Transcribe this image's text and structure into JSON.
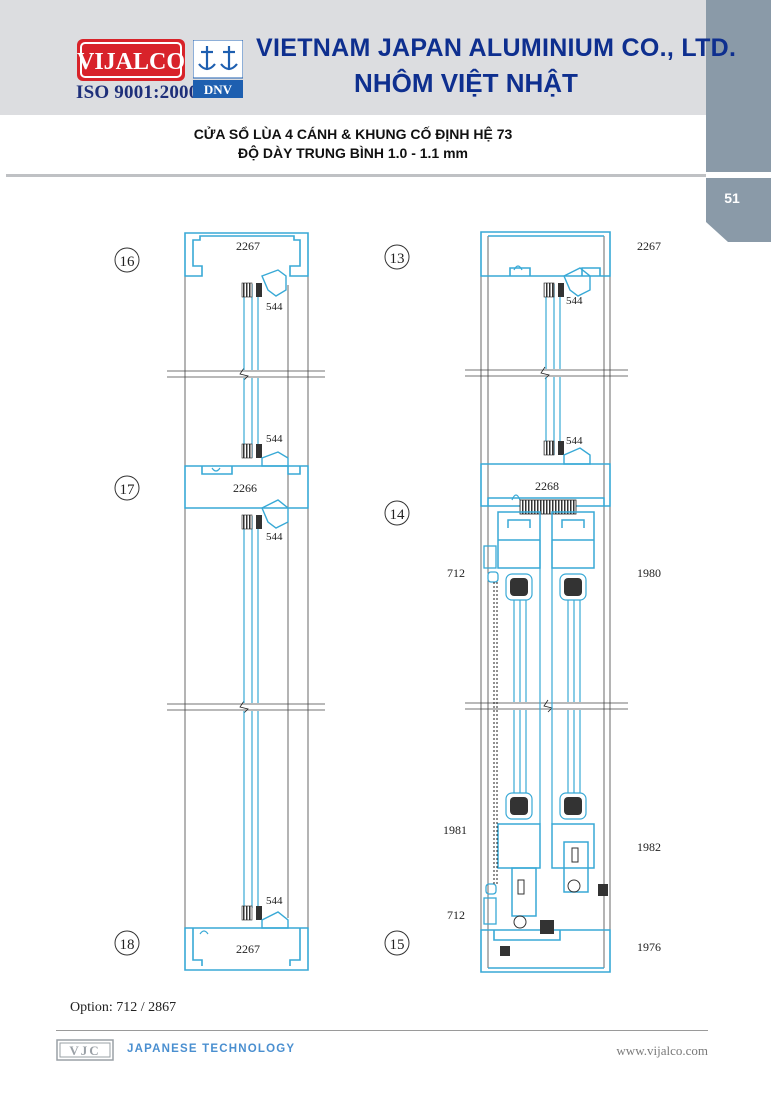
{
  "header": {
    "logo_text": "VIJALCO",
    "iso_text": "ISO 9001:2000",
    "cert_text": "DNV",
    "company_en": "VIETNAM JAPAN ALUMINIUM CO., LTD.",
    "company_vi": "NHÔM VIỆT NHẬT",
    "page_number": "51"
  },
  "title": {
    "line1": "CỬA SỔ LÙA 4 CÁNH & KHUNG CỐ ĐỊNH HỆ 73",
    "line2": "ĐỘ DÀY TRUNG BÌNH 1.0 - 1.1 mm"
  },
  "drawing": {
    "left": {
      "section_top": "16",
      "section_mid": "17",
      "section_bot": "18",
      "code_top_frame": "2267",
      "code_glass_1": "544",
      "code_glass_2": "544",
      "code_transom": "2266",
      "code_glass_3": "544",
      "code_glass_4": "544",
      "code_bottom_frame": "2267"
    },
    "right": {
      "section_top": "13",
      "section_mid": "14",
      "section_bot": "15",
      "code_top_frame": "2267",
      "code_glass_1": "544",
      "code_glass_2": "544",
      "code_transom": "2268",
      "code_interlock_top": "712",
      "code_sash_top": "1980",
      "code_sash_side": "1981",
      "code_sash_bottom": "1982",
      "code_interlock_bottom": "712",
      "code_bottom_frame": "1976"
    }
  },
  "footer": {
    "option_text": "Option: 712 / 2867",
    "vjc_text": "VJC",
    "tagline": "JAPANESE TECHNOLOGY",
    "website": "www.vijalco.com"
  },
  "colors": {
    "brand_red": "#d8232a",
    "brand_blue": "#0e2f8f",
    "profile_cyan": "#38a9d6",
    "tab_gray": "#8a9aa8",
    "header_gray": "#dcdde0"
  }
}
